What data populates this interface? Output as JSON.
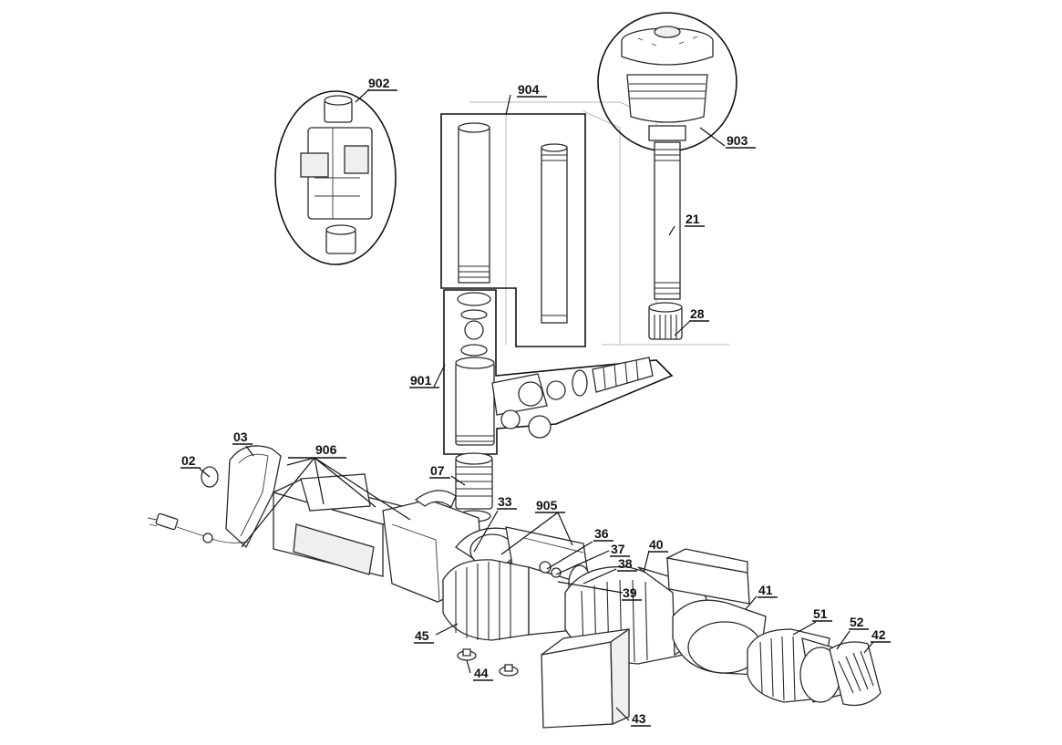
{
  "labels": {
    "l02": "02",
    "l03": "03",
    "l07": "07",
    "l21": "21",
    "l28": "28",
    "l33": "33",
    "l36": "36",
    "l37": "37",
    "l38": "38",
    "l39": "39",
    "l40": "40",
    "l41": "41",
    "l42": "42",
    "l43": "43",
    "l44": "44",
    "l45": "45",
    "l51": "51",
    "l52": "52",
    "l901": "901",
    "l902": "902",
    "l903": "903",
    "l904": "904",
    "l905": "905",
    "l906": "906"
  }
}
